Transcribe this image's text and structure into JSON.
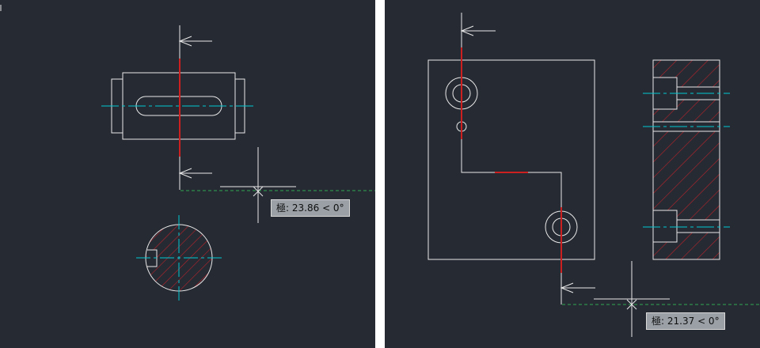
{
  "left_view": {
    "tooltip": {
      "prefix": "極:",
      "value": "23.86",
      "angle": "< 0°"
    }
  },
  "right_view": {
    "tooltip": {
      "prefix": "極:",
      "value": "21.37",
      "angle": "< 0°"
    }
  },
  "colors": {
    "background": "#262a33",
    "outline": "#e8e8e8",
    "centerline": "#00c8d2",
    "cut_line": "#cc1f1f",
    "hatch": "#b8232a",
    "tracking_line": "#2fa84f",
    "tooltip_bg": "#9aa0a6"
  }
}
